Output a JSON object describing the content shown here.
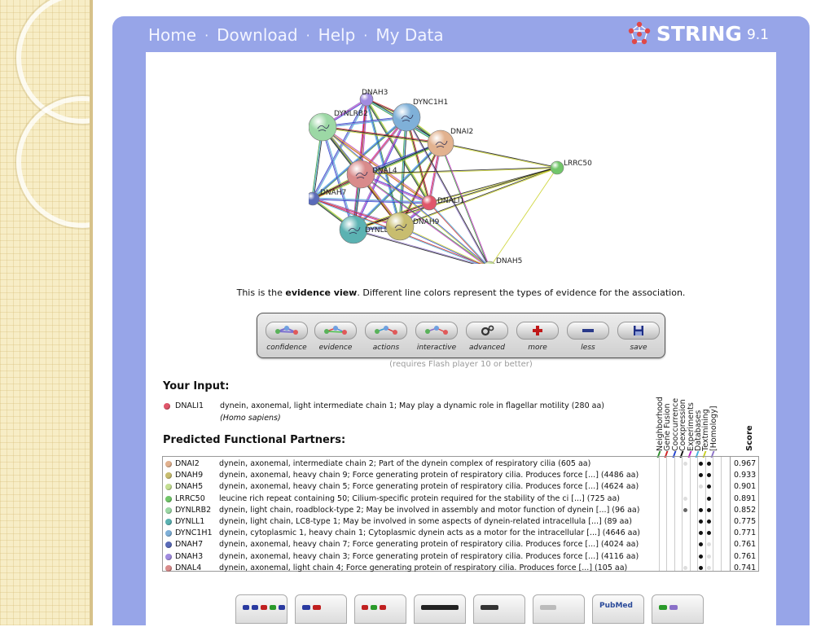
{
  "nav": {
    "items": [
      "Home",
      "Download",
      "Help",
      "My Data"
    ],
    "separator": "·"
  },
  "brand": {
    "name": "STRING",
    "version": "9.1"
  },
  "network": {
    "nodes": [
      {
        "label": "DNAH3",
        "color": "#a18ce0",
        "icon": "protein-structure"
      },
      {
        "label": "DYNC1H1",
        "color": "#7fb0d8",
        "icon": "protein-structure"
      },
      {
        "label": "DYNLRB2",
        "color": "#9cd8a5",
        "icon": "protein-structure"
      },
      {
        "label": "DNAI2",
        "color": "#e2b28f",
        "icon": "protein-structure"
      },
      {
        "label": "LRRC50",
        "color": "#72c66a",
        "icon": "protein-structure"
      },
      {
        "label": "DNAL4",
        "color": "#d98b8b",
        "icon": "protein-structure"
      },
      {
        "label": "DNAH7",
        "color": "#5a6bb8",
        "icon": "protein-structure"
      },
      {
        "label": "DNALI1",
        "color": "#e0566a",
        "icon": "protein-structure"
      },
      {
        "label": "DYNLL1",
        "color": "#5bb2b2",
        "icon": "protein-structure"
      },
      {
        "label": "DNAH9",
        "color": "#c8bd6f",
        "icon": "protein-structure"
      },
      {
        "label": "DNAH5",
        "color": "#c4df93",
        "icon": "protein-structure"
      }
    ],
    "edge_colors": [
      "#2b8f2b",
      "#d02020",
      "#2040d0",
      "#111111",
      "#c020c0",
      "#40b0e0",
      "#c8d020",
      "#8a70c8"
    ]
  },
  "evidence_text": {
    "prefix": "This is the ",
    "bold": "evidence view",
    "suffix": ". Different line colors represent the types of evidence for the association."
  },
  "toolbar": {
    "buttons": [
      {
        "label": "confidence",
        "icon": "network-icon"
      },
      {
        "label": "evidence",
        "icon": "network-icon"
      },
      {
        "label": "actions",
        "icon": "network-icon"
      },
      {
        "label": "interactive",
        "icon": "network-icon"
      },
      {
        "label": "advanced",
        "icon": "gears-icon"
      },
      {
        "label": "more",
        "icon": "plus-icon"
      },
      {
        "label": "less",
        "icon": "minus-icon"
      },
      {
        "label": "save",
        "icon": "floppy-icon"
      }
    ],
    "flash_note": "(requires Flash player 10 or better)"
  },
  "your_input": {
    "title": "Your Input:",
    "name": "DNALI1",
    "color": "#e0566a",
    "description": "dynein, axonemal, light intermediate chain 1; May play a dynamic role in flagellar motility (280 aa)",
    "species": "(Homo sapiens)"
  },
  "partners_title": "Predicted Functional Partners:",
  "evidence_columns": [
    {
      "label": "Neighborhood",
      "color": "#2b8f2b"
    },
    {
      "label": "Gene Fusion",
      "color": "#d02020"
    },
    {
      "label": "Cooccurrence",
      "color": "#2040d0"
    },
    {
      "label": "Coexpression",
      "color": "#111111"
    },
    {
      "label": "Experiments",
      "color": "#c020c0"
    },
    {
      "label": "Databases",
      "color": "#40b0e0"
    },
    {
      "label": "Textmining",
      "color": "#c8d020"
    },
    {
      "label": "[Homology]",
      "color": "#8a70c8"
    }
  ],
  "score_header": "Score",
  "partners": [
    {
      "name": "DNAI2",
      "color": "#e2b28f",
      "description": "dynein, axonemal, intermediate chain 2; Part of the dynein complex of respiratory cilia (605 aa)",
      "score": "0.967",
      "evidence": [
        0,
        0,
        0,
        1,
        0,
        2,
        2,
        0
      ]
    },
    {
      "name": "DNAH9",
      "color": "#c8bd6f",
      "description": "dynein, axonemal, heavy chain 9; Force generating protein of respiratory cilia. Produces force [...] (4486 aa)",
      "score": "0.933",
      "evidence": [
        0,
        0,
        0,
        0,
        0,
        2,
        2,
        0
      ]
    },
    {
      "name": "DNAH5",
      "color": "#c4df93",
      "description": "dynein, axonemal, heavy chain 5; Force generating protein of respiratory cilia. Produces force [...] (4624 aa)",
      "score": "0.901",
      "evidence": [
        0,
        0,
        0,
        0,
        0,
        1,
        2,
        0
      ]
    },
    {
      "name": "LRRC50",
      "color": "#72c66a",
      "description": "leucine rich repeat containing 50; Cilium-specific protein required for the stability of the ci [...] (725 aa)",
      "score": "0.891",
      "evidence": [
        0,
        0,
        0,
        1,
        0,
        0,
        2,
        0
      ]
    },
    {
      "name": "DYNLRB2",
      "color": "#9cd8a5",
      "description": "dynein, light chain, roadblock-type 2; May be involved in assembly and motor function of dynein [...] (96 aa)",
      "score": "0.852",
      "evidence": [
        0,
        0,
        0,
        3,
        0,
        2,
        2,
        0
      ]
    },
    {
      "name": "DYNLL1",
      "color": "#5bb2b2",
      "description": "dynein, light chain, LC8-type 1; May be involved in some aspects of dynein-related intracellula [...] (89 aa)",
      "score": "0.775",
      "evidence": [
        0,
        0,
        0,
        0,
        0,
        2,
        2,
        0
      ]
    },
    {
      "name": "DYNC1H1",
      "color": "#7fb0d8",
      "description": "dynein, cytoplasmic 1, heavy chain 1; Cytoplasmic dynein acts as a motor for the intracellular [...] (4646 aa)",
      "score": "0.771",
      "evidence": [
        0,
        0,
        0,
        0,
        0,
        2,
        2,
        0
      ]
    },
    {
      "name": "DNAH7",
      "color": "#5a6bb8",
      "description": "dynein, axonemal, heavy chain 7; Force generating protein of respiratory cilia. Produces force [...] (4024 aa)",
      "score": "0.761",
      "evidence": [
        0,
        0,
        0,
        0,
        0,
        2,
        1,
        0
      ]
    },
    {
      "name": "DNAH3",
      "color": "#a18ce0",
      "description": "dynein, axonemal, heavy chain 3; Force generating protein of respiratory cilia. Produces force [...] (4116 aa)",
      "score": "0.761",
      "evidence": [
        0,
        0,
        0,
        0,
        0,
        2,
        1,
        0
      ]
    },
    {
      "name": "DNAL4",
      "color": "#d98b8b",
      "description": "dynein, axonemal, light chain 4; Force generating protein of respiratory cilia. Produces force [...] (105 aa)",
      "score": "0.741",
      "evidence": [
        0,
        0,
        0,
        1,
        0,
        2,
        1,
        0
      ]
    }
  ],
  "bottom_icons": [
    {
      "name": "colored-bars-icon",
      "label": ""
    },
    {
      "name": "blue-red-bars-icon",
      "label": ""
    },
    {
      "name": "green-red-bars-icon",
      "label": ""
    },
    {
      "name": "dark-window-icon",
      "label": ""
    },
    {
      "name": "pen-icon",
      "label": ""
    },
    {
      "name": "globe-icon",
      "label": ""
    },
    {
      "name": "pubmed-icon",
      "label": "PubMed"
    },
    {
      "name": "network-line-icon",
      "label": ""
    }
  ]
}
